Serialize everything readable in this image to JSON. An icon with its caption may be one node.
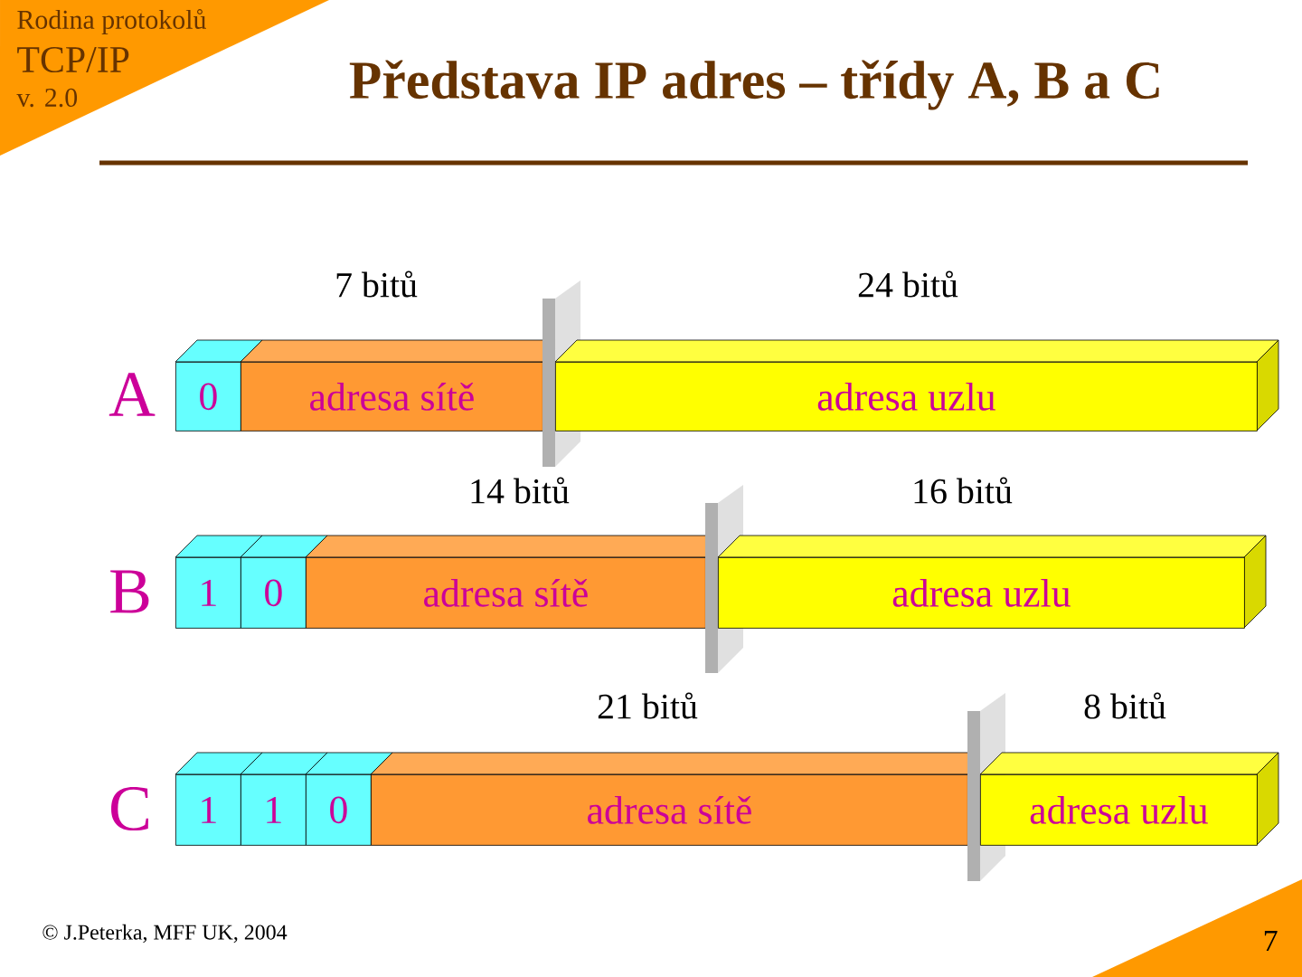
{
  "diagram": {
    "title": "Představa IP adres – třídy A, B a C",
    "nodes": [
      {
        "text": [
          "0"
        ]
      },
      {
        "text": [
          "adresa sítě"
        ]
      },
      {
        "text": [
          "adresa uzlu"
        ]
      },
      {
        "text": [
          "1"
        ]
      },
      {
        "text": [
          "0"
        ]
      },
      {
        "text": [
          "adresa sítě"
        ]
      },
      {
        "text": [
          "adresa uzlu"
        ]
      },
      {
        "text": [
          "1"
        ]
      },
      {
        "text": [
          "1"
        ]
      },
      {
        "text": [
          "0"
        ]
      },
      {
        "text": [
          "adresa sítě"
        ]
      },
      {
        "text": [
          "adresa uzlu"
        ]
      }
    ],
    "labels": [
      "Rodina protokolů",
      "TCP/IP",
      "v. 2.0",
      "7 bitů",
      "24 bitů",
      "A",
      "14 bitů",
      "16 bitů",
      "B",
      "21 bitů",
      "8 bitů",
      "C",
      "© J.Peterka, MFF UK, 2004",
      "7"
    ]
  }
}
